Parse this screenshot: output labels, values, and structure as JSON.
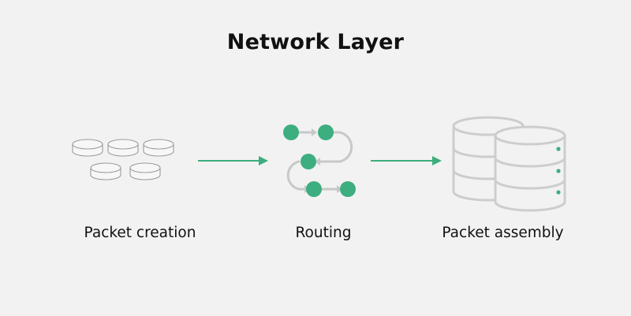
{
  "title": "Network Layer",
  "stages": [
    {
      "label": "Packet creation",
      "icon": "packets-icon"
    },
    {
      "label": "Routing",
      "icon": "routing-icon"
    },
    {
      "label": "Packet assembly",
      "icon": "database-icon"
    }
  ],
  "colors": {
    "accent": "#3dae7f",
    "outline": "#c8c8c8",
    "packet_outline": "#9a9a9a",
    "background": "#f2f2f2",
    "text": "#111111"
  }
}
